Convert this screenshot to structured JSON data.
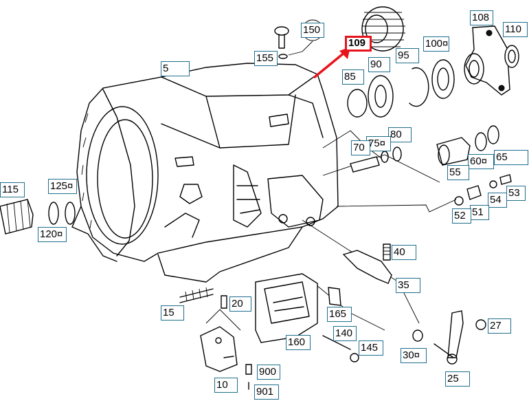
{
  "diagram": {
    "highlight_color": "#e8141c",
    "label_border_color": "#1e6e8c",
    "callouts": {
      "c5": "5",
      "c10": "10",
      "c15": "15",
      "c20": "20",
      "c25": "25",
      "c27": "27",
      "c30": "30¤",
      "c35": "35",
      "c40": "40",
      "c51": "51",
      "c52": "52",
      "c53": "53",
      "c54": "54",
      "c55": "55",
      "c60": "60¤",
      "c65": "65",
      "c70": "70",
      "c75": "75¤",
      "c80": "80",
      "c85": "85",
      "c90": "90",
      "c95": "95",
      "c100": "100¤",
      "c108": "108",
      "c109": "109",
      "c110": "110",
      "c115": "115",
      "c120": "120¤",
      "c125": "125¤",
      "c140": "140",
      "c145": "145",
      "c150": "150",
      "c155": "155",
      "c160": "160",
      "c165": "165",
      "c900": "900",
      "c901": "901"
    }
  }
}
